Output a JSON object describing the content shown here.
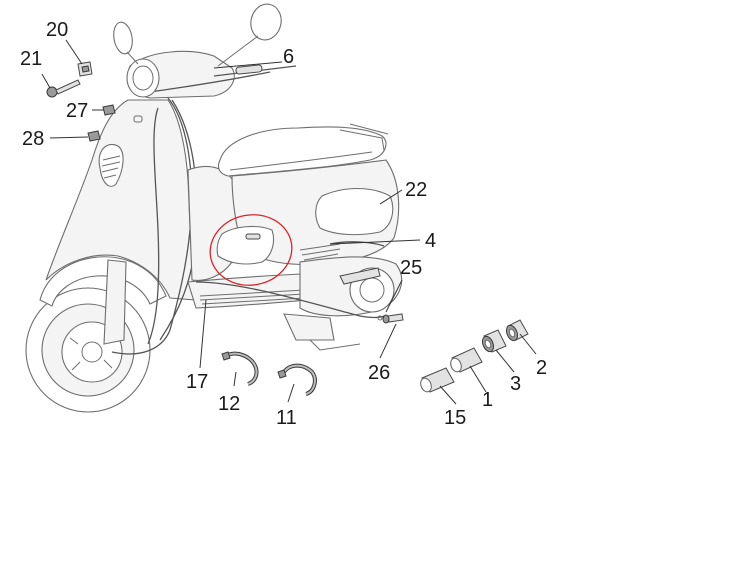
{
  "labels": {
    "l1": "1",
    "l2": "2",
    "l3": "3",
    "l4": "4",
    "l6": "6",
    "l11": "11",
    "l12": "12",
    "l15": "15",
    "l17": "17",
    "l20": "20",
    "l21": "21",
    "l22": "22",
    "l25": "25",
    "l26": "26",
    "l27": "27",
    "l28": "28"
  },
  "colors": {
    "highlight_circle": "#d9262b",
    "line_art": "#6e6e6e"
  }
}
